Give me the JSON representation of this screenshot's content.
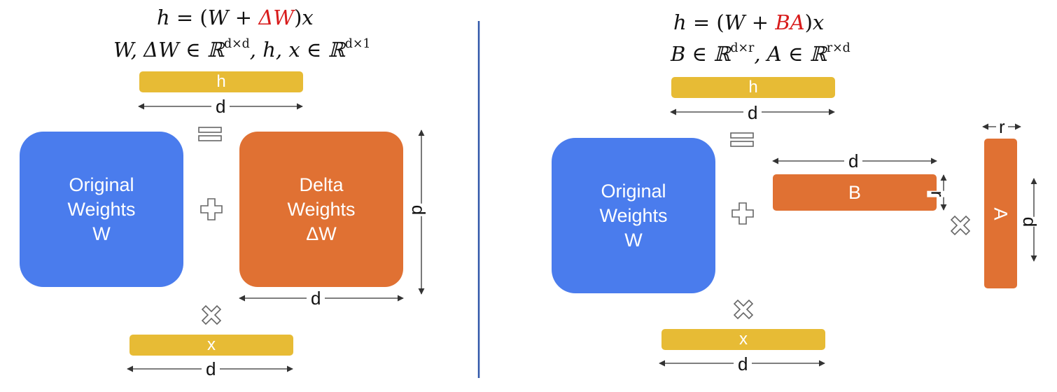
{
  "left": {
    "equation1": {
      "lhs": "h = (",
      "w": "W",
      "plus": " + ",
      "delta": "ΔW",
      "rhs": ")x"
    },
    "equation2": "W, ΔW ∈ ℝ",
    "equation2_sup1": "d×d",
    "equation2_mid": ", h, x ∈ ℝ",
    "equation2_sup2": "d×1",
    "h_label": "h",
    "x_label": "x",
    "original": {
      "line1": "Original",
      "line2": "Weights",
      "line3": "W"
    },
    "delta": {
      "line1": "Delta",
      "line2": "Weights",
      "line3": "ΔW"
    },
    "dim_h": "d",
    "dim_delta_bottom": "d",
    "dim_delta_side": "d",
    "dim_x": "d"
  },
  "right": {
    "equation1": {
      "lhs": "h = (W + ",
      "ba": "BA",
      "rhs": ")x"
    },
    "equation2": "B ∈ ℝ",
    "equation2_sup1": "d×r",
    "equation2_mid": ", A ∈ ℝ",
    "equation2_sup2": "r×d",
    "h_label": "h",
    "x_label": "x",
    "original": {
      "line1": "Original",
      "line2": "Weights",
      "line3": "W"
    },
    "b_label": "B",
    "a_label": "A",
    "dim_h": "d",
    "dim_b_width": "d",
    "dim_b_height": "r",
    "dim_a_width": "r",
    "dim_a_height": "d",
    "dim_x": "d"
  },
  "colors": {
    "blue": "#4a7ced",
    "orange": "#e07133",
    "yellow": "#e7bb35",
    "red_highlight": "#d81b1b",
    "divider": "#2f56a8"
  }
}
